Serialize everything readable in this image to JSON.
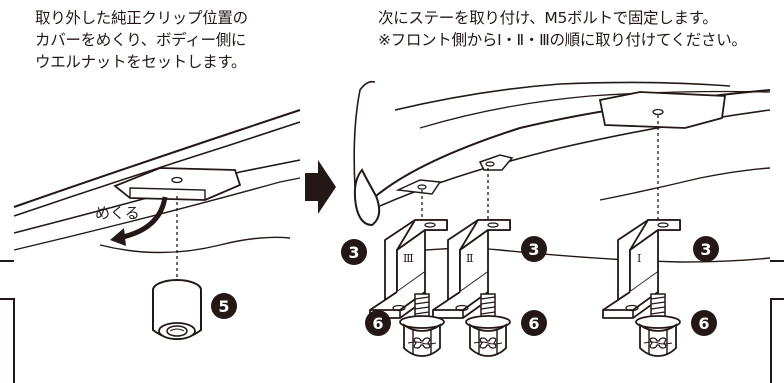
{
  "left_panel": {
    "caption_lines": [
      "取り外した純正クリップ位置の",
      "カバーをめくり、ボディー側に",
      "ウエルナットをセットします。"
    ],
    "action_label": "めくる",
    "part_callouts": {
      "nut": "5"
    }
  },
  "right_panel": {
    "caption_lines": [
      "次にステーを取り付け、M5ボルトで固定します。",
      "※フロント側からⅠ・Ⅱ・Ⅲの順に取り付けてください。"
    ],
    "part_callouts": {
      "stay_1": "3",
      "stay_2": "3",
      "stay_3": "3",
      "bolt_1": "6",
      "bolt_2": "6",
      "bolt_3": "6"
    },
    "stay_marks": [
      "Ⅲ",
      "Ⅱ",
      "Ⅰ"
    ]
  },
  "step_arrow": "right-arrow-icon",
  "colors": {
    "ink": "#231815",
    "background": "#ffffff"
  }
}
